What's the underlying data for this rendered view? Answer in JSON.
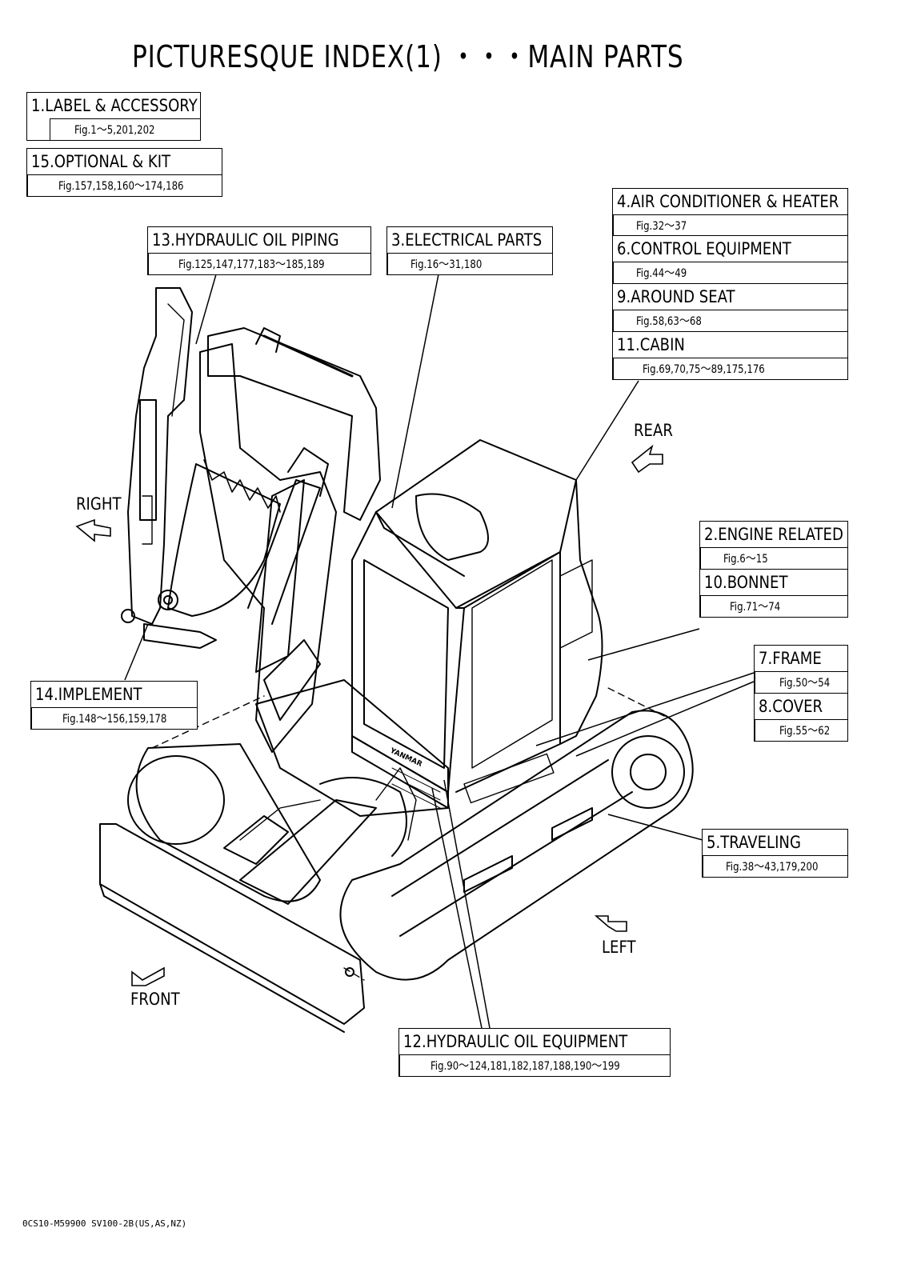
{
  "title": "PICTURESQUE INDEX(1) ・・・MAIN PARTS",
  "labels": [
    {
      "name": "1.LABEL & ACCESSORY",
      "figs": "Fig.1～5,201,202"
    },
    {
      "name": "15.OPTIONAL & KIT",
      "figs": "Fig.157,158,160～174,186"
    },
    {
      "name": "4.AIR CONDITIONER & HEATER",
      "figs": "Fig.32～37"
    },
    {
      "name": "6.CONTROL EQUIPMENT",
      "figs": "Fig.44～49"
    },
    {
      "name": "9.AROUND SEAT",
      "figs": "Fig.58,63～68"
    },
    {
      "name": "11.CABIN",
      "figs": "Fig.69,70,75～89,175,176"
    },
    {
      "name": "13.HYDRAULIC OIL PIPING",
      "figs": "Fig.125,147,177,183～185,189"
    },
    {
      "name": "3.ELECTRICAL PARTS",
      "figs": "Fig.16～31,180"
    },
    {
      "name": "2.ENGINE RELATED",
      "figs": "Fig.6～15"
    },
    {
      "name": "10.BONNET",
      "figs": "Fig.71～74"
    },
    {
      "name": "7.FRAME",
      "figs": "Fig.50～54"
    },
    {
      "name": "8.COVER",
      "figs": "Fig.55～62"
    },
    {
      "name": "14.IMPLEMENT",
      "figs": "Fig.148～156,159,178"
    },
    {
      "name": "5.TRAVELING",
      "figs": "Fig.38～43,179,200"
    },
    {
      "name": "12.HYDRAULIC OIL EQUIPMENT",
      "figs": "Fig.90～124,181,182,187,188,190～199"
    }
  ],
  "directions": {
    "rear": "REAR",
    "right": "RIGHT",
    "left": "LEFT",
    "front": "FRONT"
  },
  "machine_logo": "YANMAR",
  "footer": "0CS10-M59900 SV100-2B(US,AS,NZ)"
}
